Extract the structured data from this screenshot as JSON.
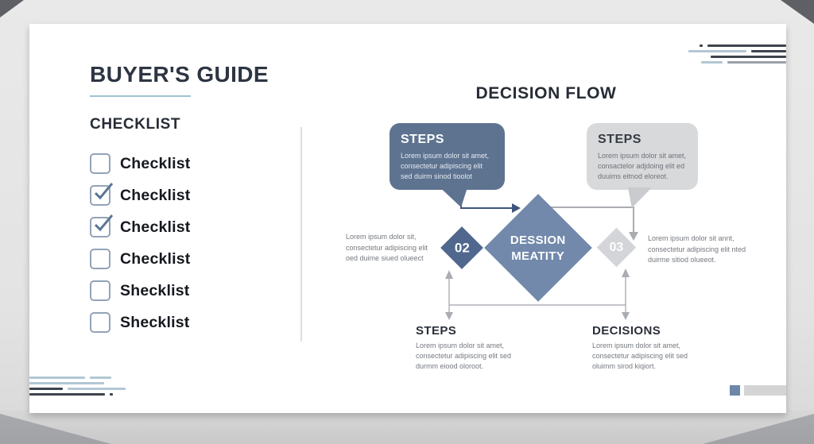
{
  "slide": {
    "title": "BUYER'S GUIDE",
    "checklist": {
      "heading": "CHECKLIST",
      "items": [
        {
          "label": "Checklist",
          "checked": false
        },
        {
          "label": "Checklist",
          "checked": true
        },
        {
          "label": "Checklist",
          "checked": true
        },
        {
          "label": "Checklist",
          "checked": false
        },
        {
          "label": "Shecklist",
          "checked": false
        },
        {
          "label": "Shecklist",
          "checked": false
        }
      ]
    },
    "flow": {
      "title": "DECISION FLOW",
      "callout_left": {
        "title": "STEPS",
        "body": "Lorem ipsum dolor sit amet, consectetur adipiscing elit sed duirm sinod tioolot"
      },
      "callout_right": {
        "title": "STEPS",
        "body": "Lorem ipsum dolor sit amet, consactelor adjdoing elit ed duuims eitnod eloreot."
      },
      "diamond_main": "DESSION MEATITY",
      "diamond_left": "02",
      "diamond_right": "03",
      "note_left": "Lorem ipsum dolor sit, consectetur adipiscing elit oed duime siued olueect",
      "note_right": "Lorem ipsum dolor sit annt, consectetur adipiscing elit nted duirme sitiod olueeot.",
      "bottom_left": {
        "title": "STEPS",
        "body": "Lorem ipsum dolor sit amet, consectetur adipiscing elit sed durmm eiood oloroot."
      },
      "bottom_right": {
        "title": "DECISIONS",
        "body": "Lorem ipsum dolor sit amet, consectetur adipiscing elit sed oluimm sirod kiqiort."
      }
    },
    "colors": {
      "slate": "#5d7390",
      "diamond_main": "#7289ab",
      "diamond_dark": "#50678e",
      "diamond_light": "#d3d5d8",
      "underline": "#9fc3d1",
      "accent_square": "#6d87a8",
      "text_dark": "#2e3542",
      "text_gray": "#75797f"
    }
  }
}
